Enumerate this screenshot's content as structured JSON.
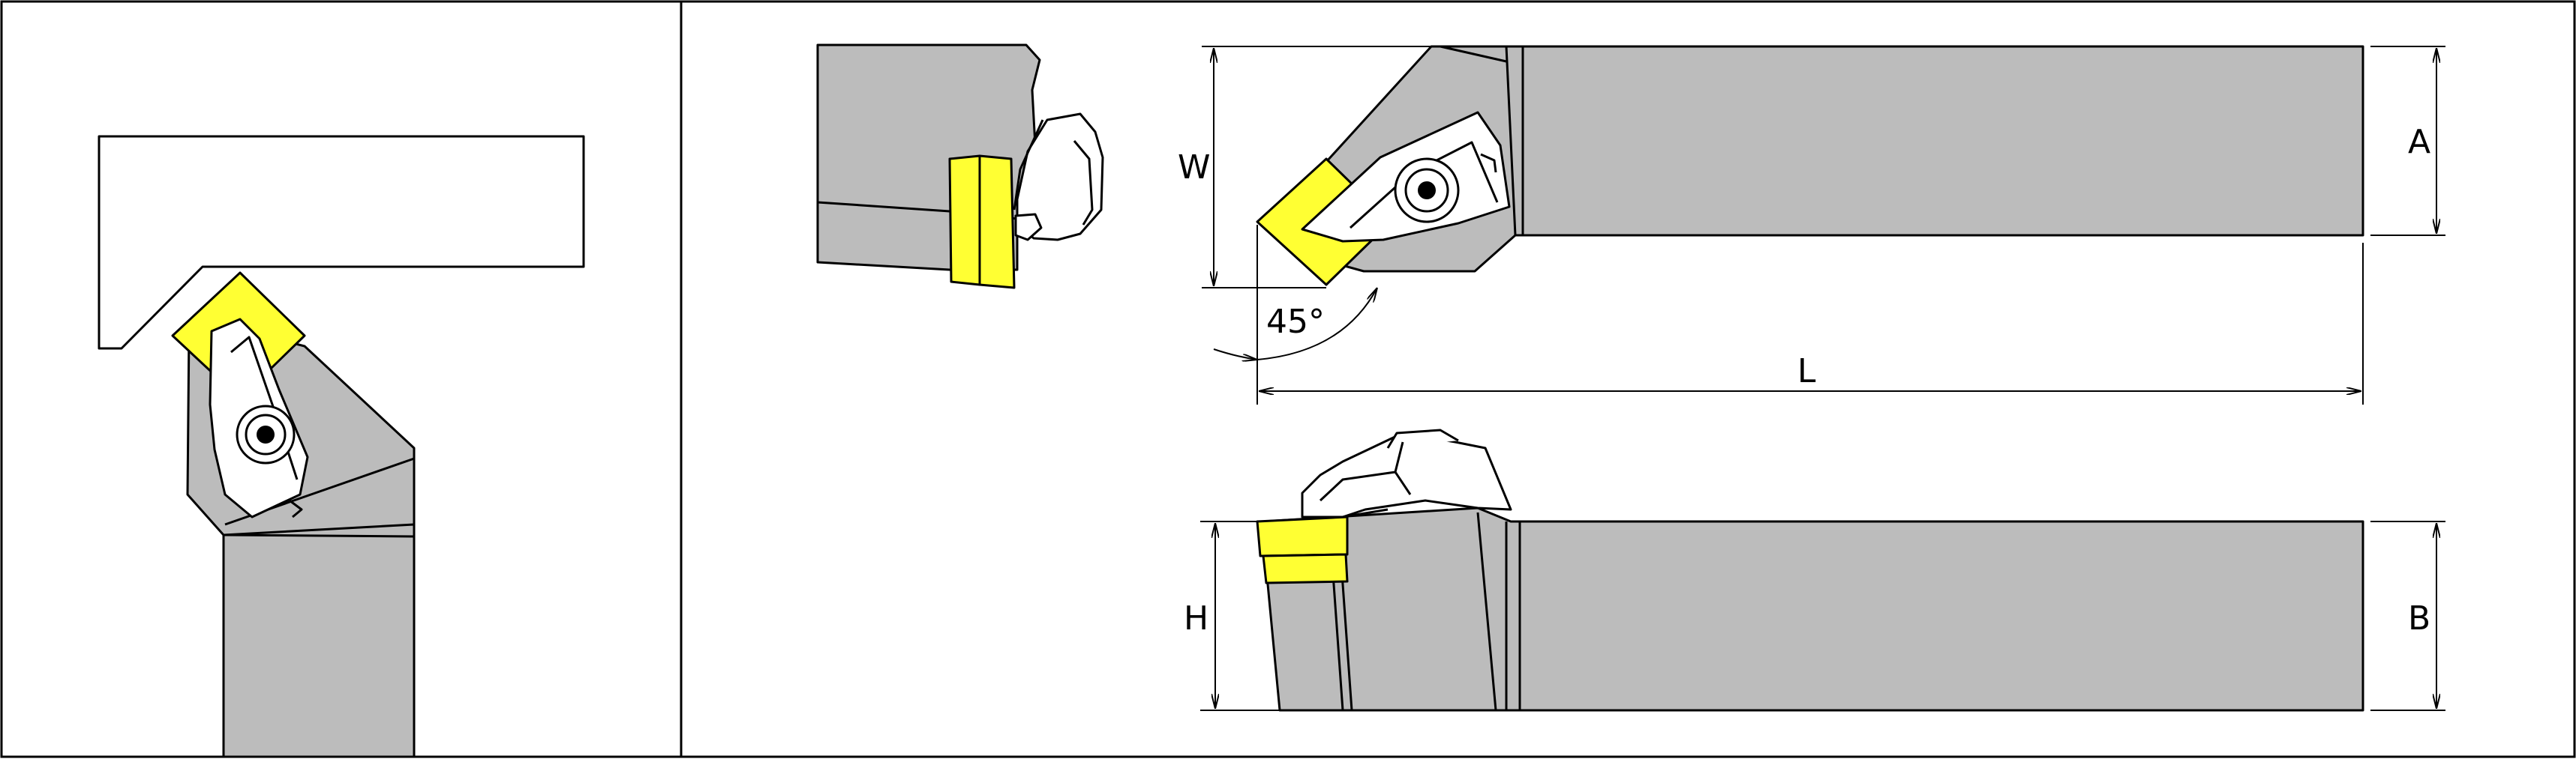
{
  "diagram": {
    "dimensions": {
      "W": "W",
      "A": "A",
      "L": "L",
      "H": "H",
      "B": "B"
    },
    "angle": "45°"
  },
  "colors": {
    "holder": "#bcbcbc",
    "insert": "#ffff33",
    "outline": "#000000",
    "background": "#ffffff"
  }
}
